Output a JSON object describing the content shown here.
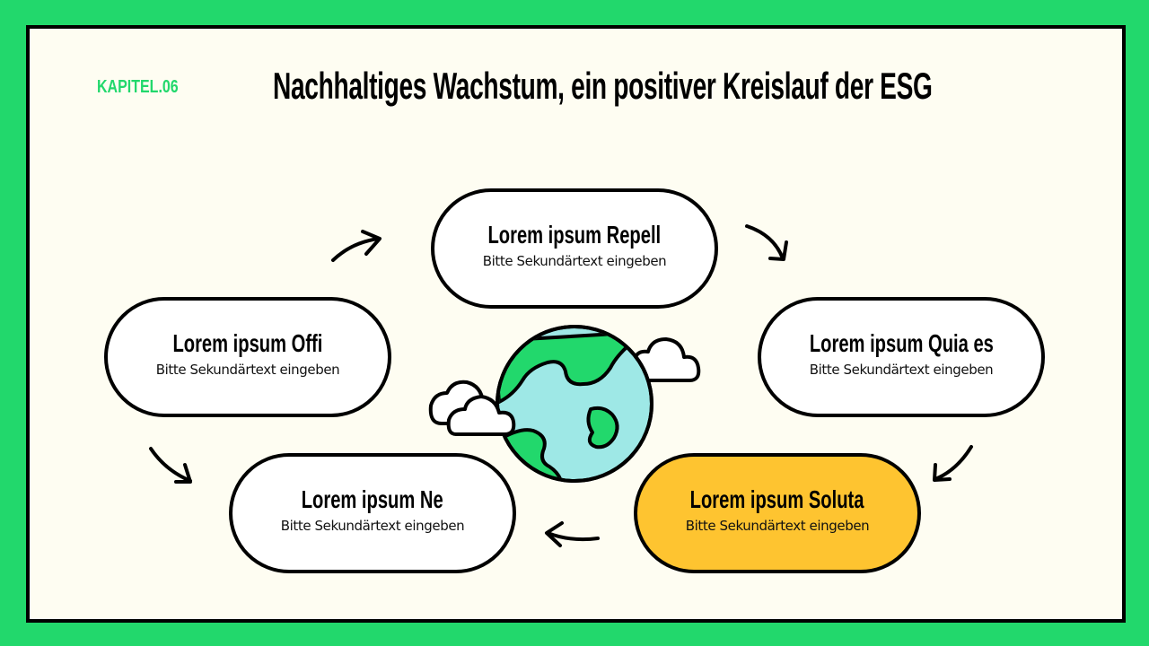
{
  "header": {
    "chapter_label": "KAPITEL.06",
    "title": "Nachhaltiges Wachstum, ein positiver Kreislauf der ESG"
  },
  "colors": {
    "frame_green": "#22d86c",
    "background": "#fefdf2",
    "highlight_yellow": "#fec430",
    "globe_ocean": "#9ee8e6",
    "globe_land": "#22d86c"
  },
  "cycle": {
    "items": [
      {
        "title": "Lorem ipsum Repell",
        "subtitle": "Bitte Sekundärtext eingeben",
        "highlighted": false
      },
      {
        "title": "Lorem ipsum Quia es",
        "subtitle": "Bitte Sekundärtext eingeben",
        "highlighted": false
      },
      {
        "title": "Lorem ipsum Soluta",
        "subtitle": "Bitte Sekundärtext eingeben",
        "highlighted": true
      },
      {
        "title": "Lorem ipsum Ne",
        "subtitle": "Bitte Sekundärtext eingeben",
        "highlighted": false
      },
      {
        "title": "Lorem ipsum Offi",
        "subtitle": "Bitte Sekundärtext eingeben",
        "highlighted": false
      }
    ],
    "center_icon": "globe-with-clouds-icon",
    "connector_icon": "curved-arrow-icon"
  }
}
